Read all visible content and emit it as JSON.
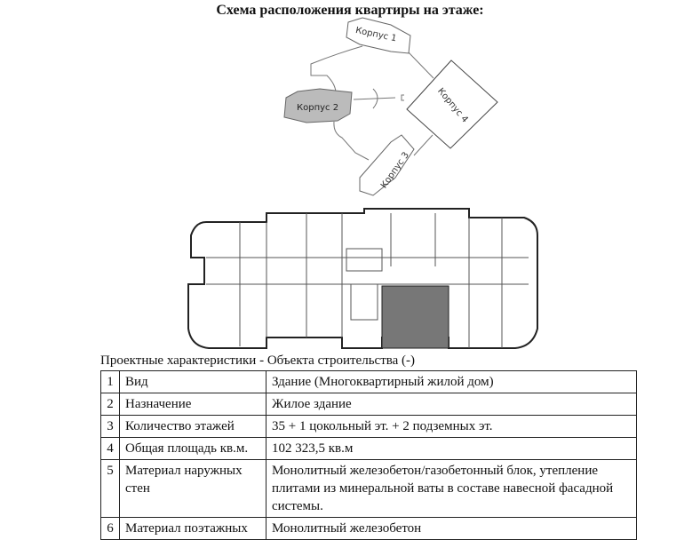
{
  "title": "Схема расположения квартиры на этаже:",
  "site_plan": {
    "buildings": [
      "Корпус 1",
      "Корпус 2",
      "Корпус 3",
      "Корпус 4"
    ],
    "highlighted": "Корпус 2"
  },
  "caption": "Проектные характеристики - Объекта строительства (-)",
  "rows": [
    {
      "n": "1",
      "label": "Вид",
      "value": "Здание (Многоквартирный жилой дом)"
    },
    {
      "n": "2",
      "label": "Назначение",
      "value": "Жилое здание"
    },
    {
      "n": "3",
      "label": "Количество этажей",
      "value": "35 + 1 цокольный эт. + 2 подземных эт."
    },
    {
      "n": "4",
      "label": "Общая площадь кв.м.",
      "value": "102 323,5 кв.м"
    },
    {
      "n": "5",
      "label": "Материал наружных стен",
      "value": "Монолитный железобетон/газобетонный блок, утепление плитами из минеральной ваты в составе навесной фасадной системы."
    },
    {
      "n": "6",
      "label": "Материал поэтажных",
      "value": "Монолитный железобетон"
    }
  ]
}
